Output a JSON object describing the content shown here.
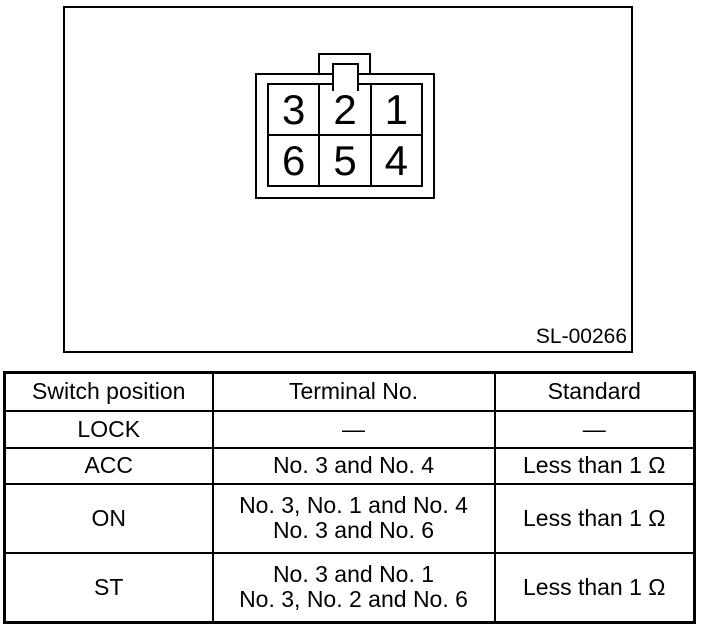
{
  "figure": {
    "id": "SL-00266",
    "connector": {
      "cells": [
        "3",
        "2",
        "1",
        "6",
        "5",
        "4"
      ]
    }
  },
  "table": {
    "headers": [
      "Switch position",
      "Terminal No.",
      "Standard"
    ],
    "rows": [
      {
        "switch_position": "LOCK",
        "terminal_no": [
          "—"
        ],
        "standard": "—"
      },
      {
        "switch_position": "ACC",
        "terminal_no": [
          "No. 3 and No. 4"
        ],
        "standard": "Less than 1 Ω"
      },
      {
        "switch_position": "ON",
        "terminal_no": [
          "No. 3, No. 1 and No. 4",
          "No. 3 and No. 6"
        ],
        "standard": "Less than 1 Ω"
      },
      {
        "switch_position": "ST",
        "terminal_no": [
          "No. 3 and No. 1",
          "No. 3, No. 2 and No. 6"
        ],
        "standard": "Less than 1 Ω"
      }
    ]
  },
  "colors": {
    "ink": "#000000",
    "paper": "#ffffff"
  }
}
